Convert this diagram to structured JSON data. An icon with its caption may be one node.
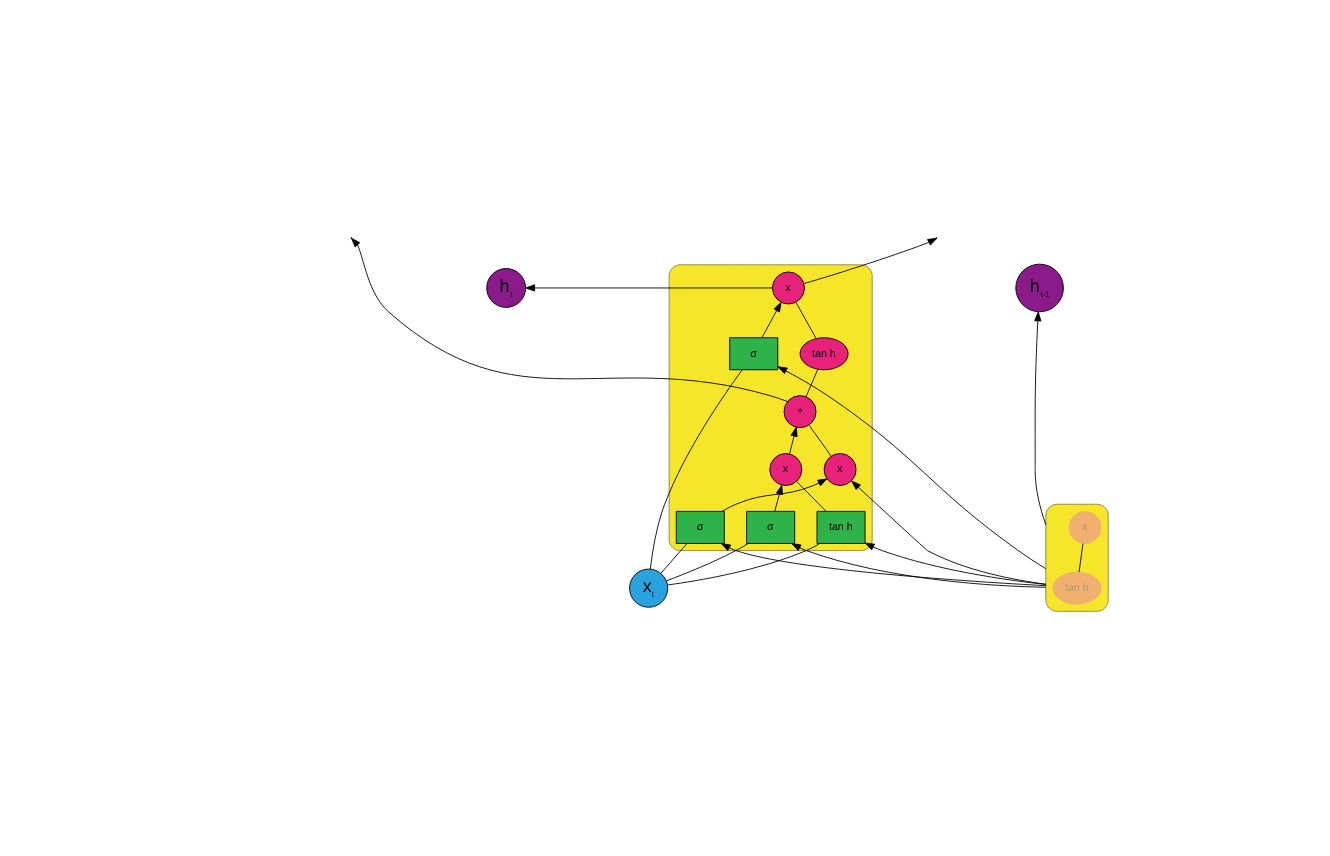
{
  "diagram": {
    "nodes": [
      {
        "text": [],
        "shape": "box"
      },
      {
        "text": [
          "tan h"
        ],
        "in": 0
      },
      {
        "text": [
          "x"
        ],
        "in": 0
      },
      {
        "text": [
          "h$_{t-1}$"
        ]
      },
      {
        "text": [],
        "shape": "box"
      },
      {
        "text": [
          "x"
        ],
        "in": 4
      },
      {
        "text": [
          "+"
        ],
        "in": 4
      },
      {
        "text": [
          "tan h"
        ],
        "in": 4
      },
      {
        "text": [
          "x"
        ],
        "in": 4
      },
      {
        "text": [
          "x"
        ],
        "in": 4
      },
      {
        "text": [
          "σ"
        ],
        "in": 4
      },
      {
        "text": [
          "σ"
        ],
        "in": 4
      },
      {
        "text": [
          "tan h"
        ],
        "in": 4
      },
      {
        "text": [
          "σ"
        ],
        "in": 4
      },
      {
        "text": [
          "h$_{t}$"
        ]
      },
      {
        "text": [
          "x$_{t}$"
        ]
      }
    ],
    "edges": [
      {
        "from": 0,
        "to": 3,
        "arrow": "to"
      },
      {
        "from": 1,
        "to": 2,
        "arrow": "none"
      },
      {
        "from": 0,
        "to": 5,
        "arrow": "to"
      },
      {
        "from": 0,
        "to": 10,
        "arrow": "to"
      },
      {
        "from": 0,
        "to": 11,
        "arrow": "to"
      },
      {
        "from": 0,
        "to": 12,
        "arrow": "to"
      },
      {
        "from": 0,
        "to": 13,
        "arrow": "to"
      },
      {
        "from": 15,
        "to": 10,
        "arrow": "none"
      },
      {
        "from": 15,
        "to": 11,
        "arrow": "none"
      },
      {
        "from": 15,
        "to": 12,
        "arrow": "none"
      },
      {
        "from": 15,
        "to": 13,
        "arrow": "none"
      },
      {
        "from": 10,
        "to": 5,
        "arrow": "to"
      },
      {
        "from": 11,
        "to": 8,
        "arrow": "to"
      },
      {
        "from": 12,
        "to": 8,
        "arrow": "none"
      },
      {
        "from": 8,
        "to": 6,
        "arrow": "to"
      },
      {
        "from": 5,
        "to": 6,
        "arrow": "none"
      },
      {
        "from": 6,
        "to": 7,
        "arrow": "none"
      },
      {
        "from": 6,
        "to": null,
        "arrow": "to"
      },
      {
        "from": 13,
        "to": 9,
        "arrow": "to"
      },
      {
        "from": 7,
        "to": 9,
        "arrow": "none"
      },
      {
        "from": 9,
        "to": 14,
        "arrow": "to"
      },
      {
        "from": 9,
        "to": null,
        "arrow": "to"
      }
    ]
  }
}
